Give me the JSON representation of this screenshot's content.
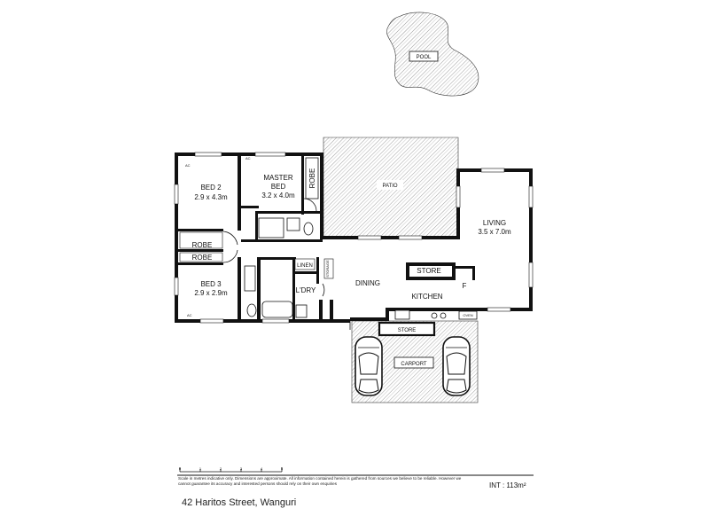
{
  "rooms": {
    "pool": "POOL",
    "patio": "PATIO",
    "master_bed": {
      "name": "MASTER",
      "name2": "BED",
      "size": "3.2 x 4.0m"
    },
    "bed2": {
      "name": "BED 2",
      "size": "2.9 x 4.3m"
    },
    "bed3": {
      "name": "BED 3",
      "size": "2.9 x 2.9m"
    },
    "robe_master": "ROBE",
    "robe_bed2": "ROBE",
    "robe_bed3": "ROBE",
    "linen": "LINEN",
    "laundry": "L'DRY",
    "dining": "DINING",
    "kitchen": "KITCHEN",
    "living": {
      "name": "LIVING",
      "size": "3.5 x 7.0m"
    },
    "store_kitchen": "STORE",
    "fridge": "F",
    "oven": "OVEN",
    "store_carport": "STORE",
    "carport": "CARPORT",
    "ac_labels": [
      "AC",
      "AC",
      "AC"
    ],
    "storage": "STORAGE"
  },
  "scale": {
    "ticks": [
      "0",
      "1",
      "2",
      "3",
      "4",
      "5"
    ]
  },
  "disclaimer": "Scale in metres indicative only. Dimensions are approximate. All information contained herein is gathered from sources we believe to be reliable. However we cannot guarantee its accuracy and interested persons should rely on their own enquiries",
  "internal_area": "INT : 113m²",
  "address": "42 Haritos Street, Wanguri"
}
